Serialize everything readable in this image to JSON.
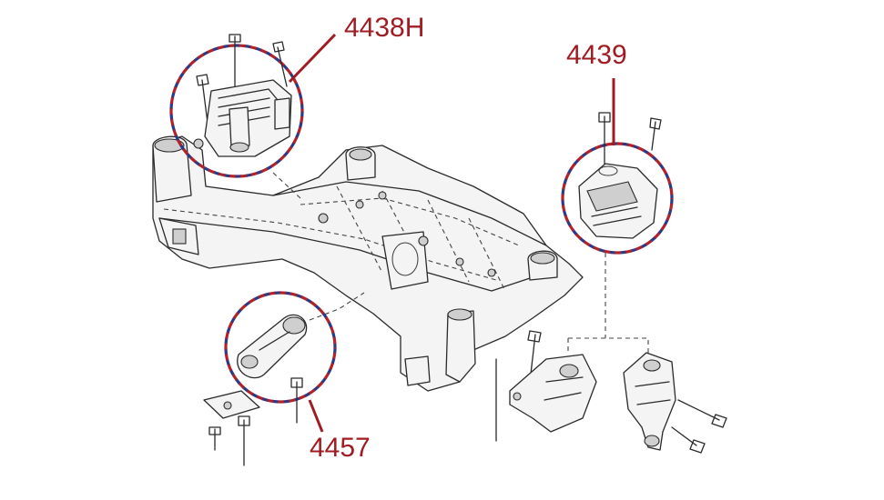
{
  "colors": {
    "label": "#a01c22",
    "leader": "#a01c22",
    "circle_red": "#b0232a",
    "circle_blue": "#2a3a88",
    "line_art": "#2a2a2a"
  },
  "callouts": [
    {
      "id": "mount-4438h",
      "label": "4438H"
    },
    {
      "id": "mount-4439",
      "label": "4439"
    },
    {
      "id": "mount-4457",
      "label": "4457"
    }
  ]
}
